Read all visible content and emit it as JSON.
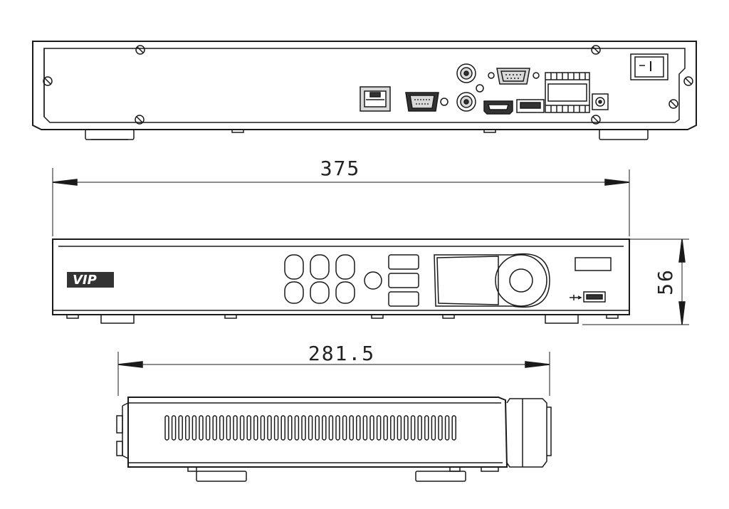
{
  "views": {
    "rear": {
      "name": "rear-panel-view"
    },
    "front": {
      "name": "front-panel-view",
      "logo": "VIP"
    },
    "side": {
      "name": "side-view"
    }
  },
  "dimensions": {
    "width": "375",
    "height": "56",
    "depth": "281.5"
  },
  "colors": {
    "line": "#1a1a1a",
    "fill": "#ffffff",
    "shade": "#d9d9d9",
    "dark": "#333333"
  }
}
